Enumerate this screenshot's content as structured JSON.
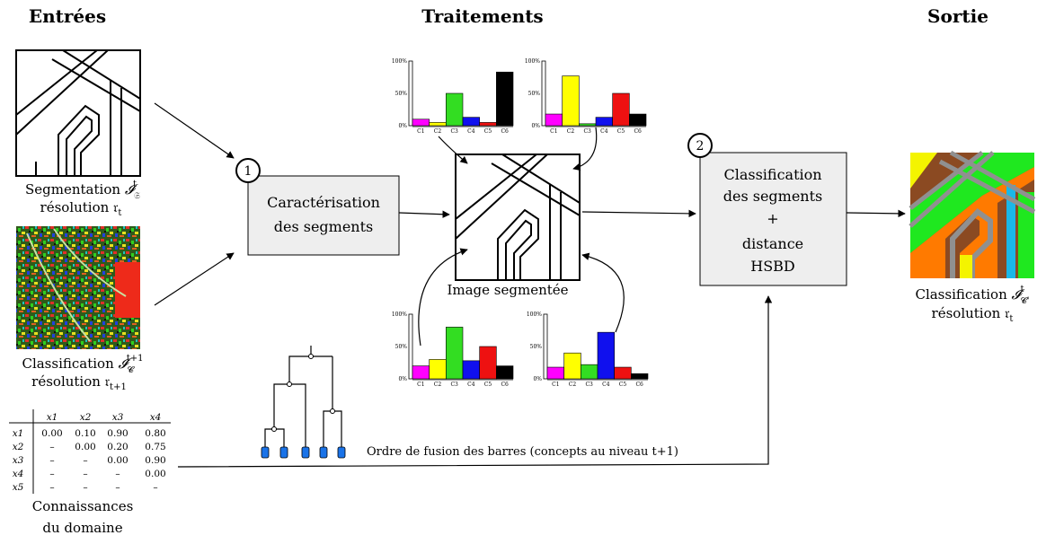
{
  "headers": {
    "inputs": "Entrées",
    "processing": "Traitements",
    "output": "Sortie"
  },
  "inputs": {
    "segmentation": {
      "label": "Segmentation",
      "symbol": "𝓘",
      "sub": "𝔖",
      "sup": "t",
      "res_word": "résolution",
      "res_symbol": "𝔯",
      "res_sub": "t"
    },
    "classification": {
      "label": "Classification",
      "symbol": "𝓘",
      "sub": "𝓒",
      "sup": "t+1",
      "res_word": "résolution",
      "res_symbol": "𝔯",
      "res_sub": "t+1"
    },
    "knowledge": {
      "label_line1": "Connaissances",
      "label_line2": "du domaine",
      "columns": [
        "x1",
        "x2",
        "x3",
        "x4"
      ],
      "rows": [
        {
          "label": "x1",
          "cells": [
            "0.00",
            "0.10",
            "0.90",
            "0.80"
          ]
        },
        {
          "label": "x2",
          "cells": [
            "–",
            "0.00",
            "0.20",
            "0.75"
          ]
        },
        {
          "label": "x3",
          "cells": [
            "–",
            "–",
            "0.00",
            "0.90"
          ]
        },
        {
          "label": "x4",
          "cells": [
            "–",
            "–",
            "–",
            "0.00"
          ]
        },
        {
          "label": "x5",
          "cells": [
            "–",
            "–",
            "–",
            "–"
          ]
        }
      ]
    }
  },
  "steps": {
    "step1": {
      "number": "1",
      "line1": "Caractérisation",
      "line2": "des segments"
    },
    "step2": {
      "number": "2",
      "line1": "Classification",
      "line2": "des segments",
      "line3": "+",
      "line4": "distance",
      "line5": "HSBD"
    }
  },
  "segmented_image_label": "Image segmentée",
  "dendrogram_label": "Ordre de fusion des barres (concepts au niveau t+1)",
  "output": {
    "label": "Classification",
    "symbol": "𝓘",
    "sub": "𝓒'",
    "sup": "t",
    "res_word": "résolution",
    "res_symbol": "𝔯",
    "res_sub": "t"
  },
  "chart_data": [
    {
      "type": "bar",
      "categories": [
        "C1",
        "C2",
        "C3",
        "C4",
        "C5",
        "C6"
      ],
      "values": [
        10,
        5,
        50,
        13,
        5,
        83
      ],
      "colors": [
        "#ff00ff",
        "#ffff00",
        "#33dd22",
        "#1010ee",
        "#ee1111",
        "#000000"
      ],
      "yticks": [
        "0%",
        "50%",
        "100%"
      ],
      "ylim": [
        0,
        100
      ]
    },
    {
      "type": "bar",
      "categories": [
        "C1",
        "C2",
        "C3",
        "C4",
        "C5",
        "C6"
      ],
      "values": [
        18,
        77,
        3,
        13,
        50,
        18
      ],
      "colors": [
        "#ff00ff",
        "#ffff00",
        "#33dd22",
        "#1010ee",
        "#ee1111",
        "#000000"
      ],
      "yticks": [
        "0%",
        "50%",
        "100%"
      ],
      "ylim": [
        0,
        100
      ]
    },
    {
      "type": "bar",
      "categories": [
        "C1",
        "C2",
        "C3",
        "C4",
        "C5",
        "C6"
      ],
      "values": [
        20,
        30,
        80,
        28,
        50,
        20
      ],
      "colors": [
        "#ff00ff",
        "#ffff00",
        "#33dd22",
        "#1010ee",
        "#ee1111",
        "#000000"
      ],
      "yticks": [
        "0%",
        "50%",
        "100%"
      ],
      "ylim": [
        0,
        100
      ]
    },
    {
      "type": "bar",
      "categories": [
        "C1",
        "C2",
        "C3",
        "C4",
        "C5",
        "C6"
      ],
      "values": [
        18,
        40,
        22,
        72,
        18,
        8
      ],
      "colors": [
        "#ff00ff",
        "#ffff00",
        "#33dd22",
        "#1010ee",
        "#ee1111",
        "#000000"
      ],
      "yticks": [
        "0%",
        "50%",
        "100%"
      ],
      "ylim": [
        0,
        100
      ]
    }
  ]
}
